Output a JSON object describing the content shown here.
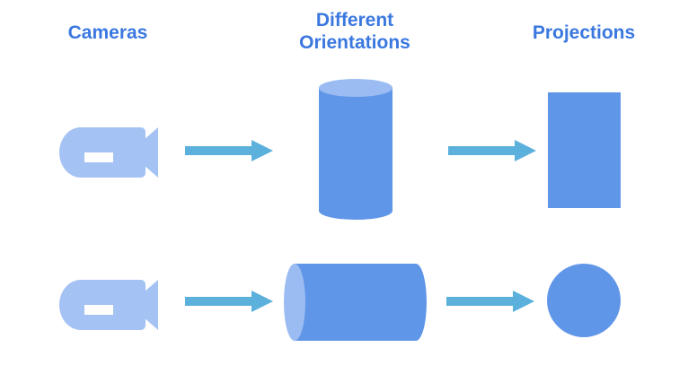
{
  "headings": {
    "cameras": "Cameras",
    "orientations_line1": "Different",
    "orientations_line2": "Orientations",
    "projections": "Projections"
  },
  "colors": {
    "heading": "#3a78e0",
    "camera": "#a4c2f4",
    "shape": "#6096e8",
    "shape_cap": "#9bbcf2",
    "arrow": "#5bb0dc"
  },
  "rows": [
    {
      "camera": "camera-icon",
      "orientation": "vertical-cylinder",
      "projection": "rectangle"
    },
    {
      "camera": "camera-icon",
      "orientation": "horizontal-cylinder",
      "projection": "circle"
    }
  ]
}
